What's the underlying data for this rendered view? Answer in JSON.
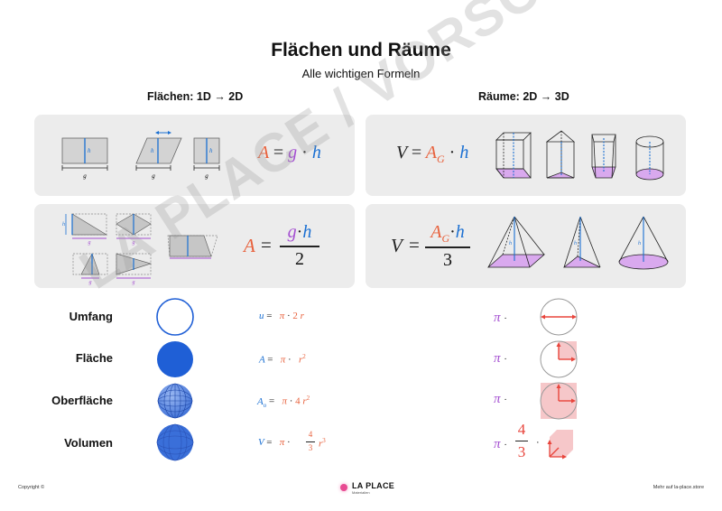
{
  "header": {
    "title": "Flächen und Räume",
    "subtitle": "Alle wichtigen Formeln"
  },
  "columns": {
    "left": "Flächen: 1D → 2D",
    "right": "Räume: 2D → 3D"
  },
  "panels": {
    "area_rect": {
      "lhs": "A",
      "eq": "=",
      "g": "g",
      "dot": "·",
      "h": "h",
      "base_label": "g",
      "height_label": "h"
    },
    "area_tri": {
      "lhs": "A",
      "eq": "=",
      "g": "g",
      "dot": "·",
      "h": "h",
      "den": "2",
      "base_label": "g",
      "height_label": "h"
    },
    "vol_prism": {
      "lhs": "V",
      "eq": "=",
      "A": "A",
      "sub": "G",
      "dot": "·",
      "h": "h"
    },
    "vol_pyramid": {
      "lhs": "V",
      "eq": "=",
      "A": "A",
      "sub": "G",
      "dot": "·",
      "h": "h",
      "den": "3",
      "height_label": "h"
    }
  },
  "circle_rows": [
    {
      "label": "Umfang",
      "lhs": "u",
      "eq": "=",
      "pi": "π",
      "dot": "·",
      "coef": "2",
      "var": "r",
      "exp": ""
    },
    {
      "label": "Fläche",
      "lhs": "A",
      "eq": "=",
      "pi": "π",
      "dot": "·",
      "coef": "",
      "var": "r",
      "exp": "2"
    },
    {
      "label": "Oberfläche",
      "lhs": "A",
      "sub": "o",
      "eq": "=",
      "pi": "π",
      "dot": "·",
      "coef": "4",
      "var": "r",
      "exp": "2"
    },
    {
      "label": "Volumen",
      "lhs": "V",
      "eq": "=",
      "pi": "π",
      "dot": "·",
      "num": "4",
      "den": "3",
      "var": "r",
      "exp": "3"
    }
  ],
  "right_rows": [
    {
      "pi": "π",
      "dot": "·"
    },
    {
      "pi": "π",
      "dot": "·"
    },
    {
      "pi": "π",
      "dot": "·"
    },
    {
      "pi": "π",
      "dot": "·",
      "num": "4",
      "den": "3",
      "dot2": "·"
    }
  ],
  "footer": {
    "copyright": "Copyright ©",
    "brand": "LA PLACE",
    "brand_sub": "Materialien",
    "store": "Mehr auf la-place.store"
  },
  "watermark": "LA PLACE / VORSCHAU",
  "colors": {
    "orange": "#e8613c",
    "purple": "#a44fd1",
    "blue": "#1a6fd2",
    "red": "#e8453c",
    "panel": "#ececec"
  }
}
